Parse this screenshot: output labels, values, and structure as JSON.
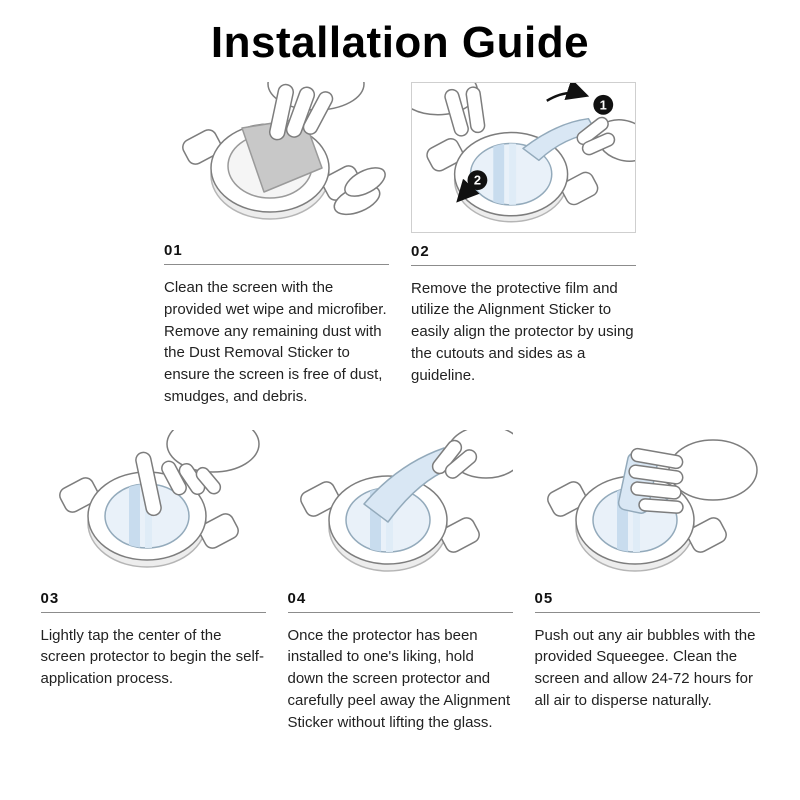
{
  "title": "Installation Guide",
  "steps": [
    {
      "number": "01",
      "description": "Clean the screen with the provided wet wipe and microfiber. Remove any remaining dust with the Dust Removal Sticker to ensure the screen is free of dust, smudges, and debris."
    },
    {
      "number": "02",
      "description": "Remove the protective film and utilize the Alignment Sticker to easily align the protector by using the cutouts and sides as a guideline."
    },
    {
      "number": "03",
      "description": "Lightly tap the center of the screen protector to begin the self-application process."
    },
    {
      "number": "04",
      "description": "Once the protector has been installed to one's liking, hold down the screen protector and carefully peel away the Alignment Sticker without lifting the glass."
    },
    {
      "number": "05",
      "description": "Push out any air bubbles with the provided Squeegee. Clean the screen and allow 24-72 hours for all air to disperse naturally."
    }
  ],
  "illustration": {
    "badge_1": "1",
    "badge_2": "2"
  },
  "colors": {
    "line_gray": "#7d7d7d",
    "film_blue": "#d9e7f4",
    "wipe_gray": "#c8c8c8",
    "badge_black": "#111111"
  }
}
